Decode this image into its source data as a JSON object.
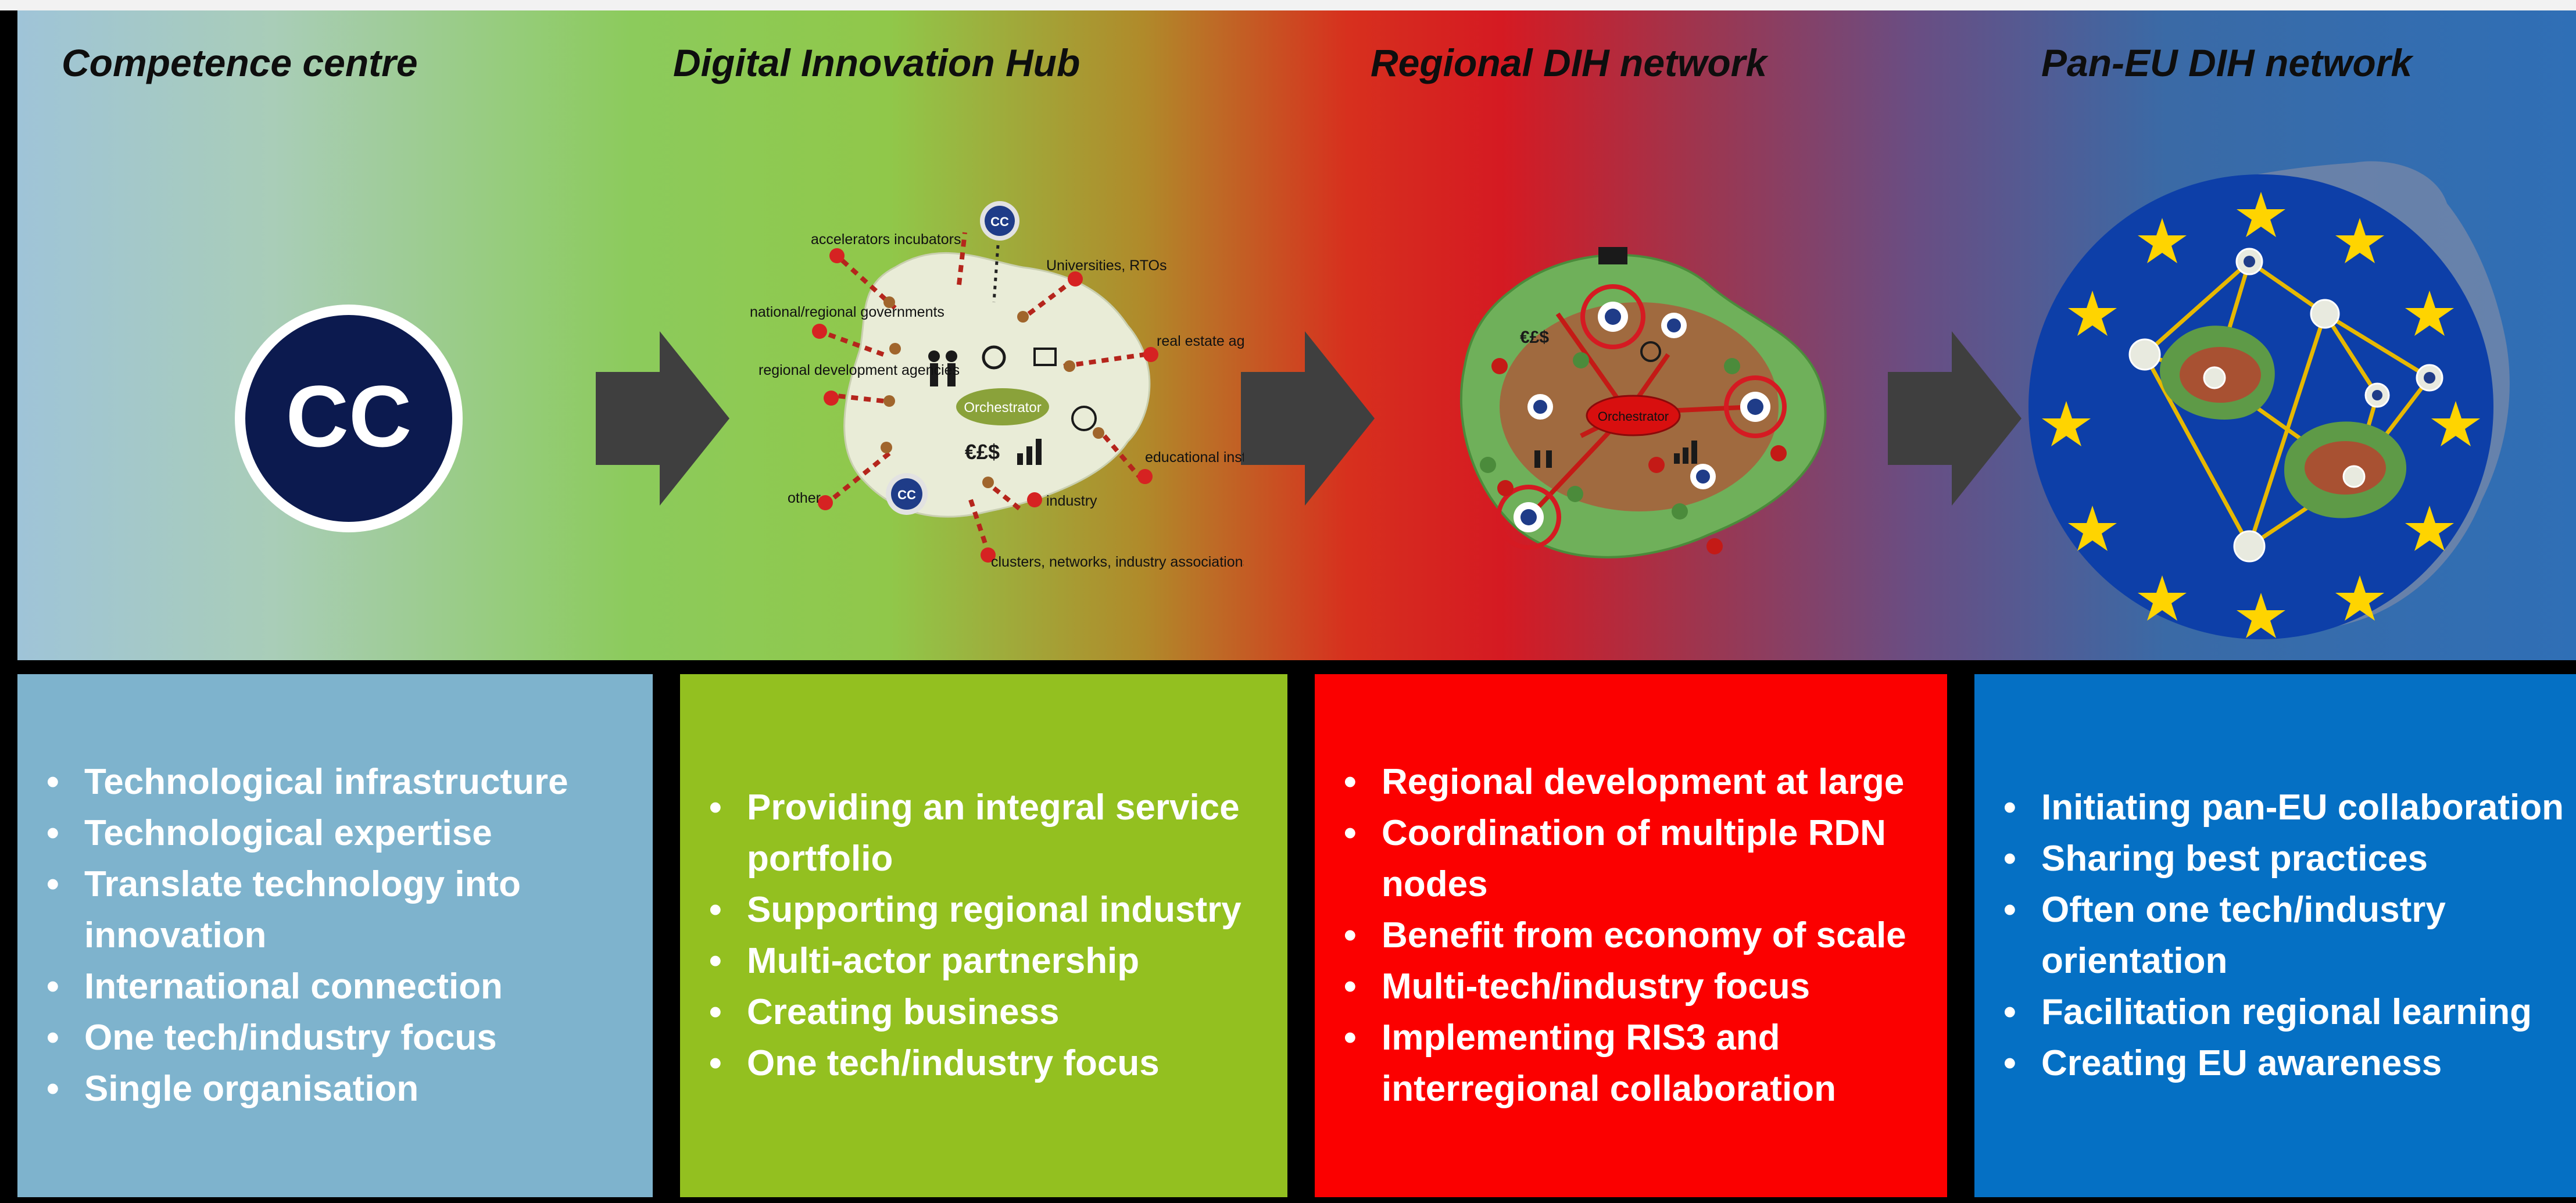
{
  "stages": [
    {
      "title": "Competence centre",
      "logo_text": "CC"
    },
    {
      "title": "Digital Innovation Hub",
      "orchestrator": "Orchestrator",
      "currency": "€£$",
      "actors": [
        "accelerators incubators",
        "Universities, RTOs",
        "national/regional governments",
        "real estate agents",
        "regional development agencies",
        "educational institutes",
        "other",
        "industry",
        "clusters, networks, industry associations"
      ]
    },
    {
      "title": "Regional DIH network",
      "orchestrator": "Orchestrator",
      "currency": "€£$"
    },
    {
      "title": "Pan-EU DIH network"
    }
  ],
  "cards": [
    {
      "items": [
        "Technological infrastructure",
        "Technological expertise",
        "Translate technology into innovation",
        "International connection",
        "One tech/industry focus",
        "Single organisation"
      ]
    },
    {
      "items": [
        "Providing an integral service portfolio",
        "Supporting regional industry",
        "Multi-actor partnership",
        "Creating business",
        "One tech/industry focus"
      ]
    },
    {
      "items": [
        "Regional development at large",
        "Coordination of multiple RDN nodes",
        "Benefit from economy of scale",
        "Multi-tech/industry focus",
        "Implementing RIS3 and interregional collaboration"
      ]
    },
    {
      "items": [
        "Initiating pan-EU collaboration",
        "Sharing best practices",
        "Often one tech/industry orientation",
        "Facilitation regional learning",
        "Creating EU awareness"
      ]
    }
  ],
  "colors": {
    "cc_card": "#7eb3cd",
    "dih_card": "#93c020",
    "rdn_card": "#fb0000",
    "pan_card": "#0570c4",
    "cc_navy": "#0c1a4f",
    "eu_blue": "#0d3fa8",
    "eu_star": "#ffd400"
  }
}
